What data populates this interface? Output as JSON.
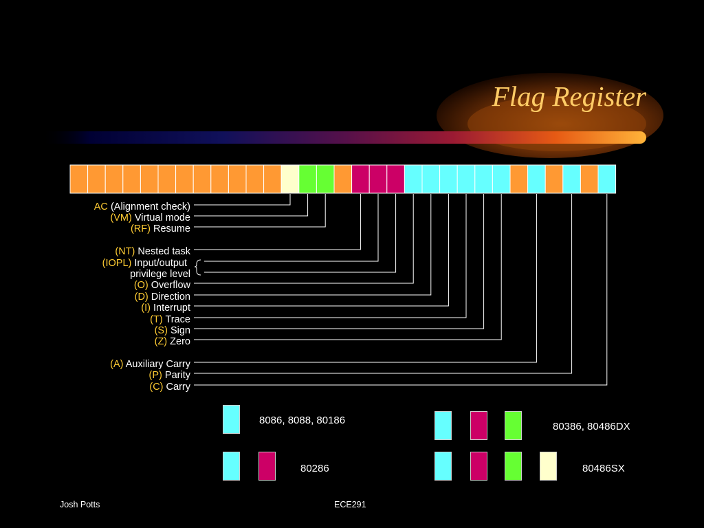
{
  "title": "Flag Register",
  "colors": {
    "background": "#000000",
    "title": "#ffcc66",
    "abbreviation": "#ffcc33",
    "reserved": "#ff9933",
    "cyan": "#66ffff",
    "magenta": "#cc0066",
    "green": "#66ff33",
    "cream": "#ffffcc"
  },
  "register": {
    "bits": [
      "reserved",
      "reserved",
      "reserved",
      "reserved",
      "reserved",
      "reserved",
      "reserved",
      "reserved",
      "reserved",
      "reserved",
      "reserved",
      "reserved",
      "cream",
      "green",
      "green",
      "reserved",
      "magenta",
      "magenta",
      "magenta",
      "cyan",
      "cyan",
      "cyan",
      "cyan",
      "cyan",
      "cyan",
      "reserved",
      "cyan",
      "reserved",
      "cyan",
      "reserved",
      "cyan"
    ]
  },
  "flags": [
    {
      "abbr": "AC",
      "name": "(Alignment check)"
    },
    {
      "abbr": "(VM)",
      "name": "Virtual mode"
    },
    {
      "abbr": "(RF)",
      "name": "Resume"
    },
    {
      "abbr": "(NT)",
      "name": "Nested task"
    },
    {
      "abbr": "(IOPL)",
      "name": "Input/output"
    },
    {
      "abbr": "",
      "name": "privilege level"
    },
    {
      "abbr": "(O)",
      "name": "Overflow"
    },
    {
      "abbr": "(D)",
      "name": "Direction"
    },
    {
      "abbr": "(I)",
      "name": "Interrupt"
    },
    {
      "abbr": "(T)",
      "name": "Trace"
    },
    {
      "abbr": "(S)",
      "name": "Sign"
    },
    {
      "abbr": "(Z)",
      "name": "Zero"
    },
    {
      "abbr": "(A)",
      "name": "Auxiliary Carry"
    },
    {
      "abbr": "(P)",
      "name": "Parity"
    },
    {
      "abbr": "(C)",
      "name": "Carry"
    }
  ],
  "legend": [
    {
      "label": "8086, 8088, 80186",
      "boxes": [
        "cyan"
      ]
    },
    {
      "label": "80286",
      "boxes": [
        "cyan",
        "magenta"
      ]
    },
    {
      "label": "80386, 80486DX",
      "boxes": [
        "cyan",
        "magenta",
        "green"
      ]
    },
    {
      "label": "80486SX",
      "boxes": [
        "cyan",
        "magenta",
        "green",
        "cream"
      ]
    }
  ],
  "footer": {
    "author": "Josh Potts",
    "course": "ECE291"
  }
}
